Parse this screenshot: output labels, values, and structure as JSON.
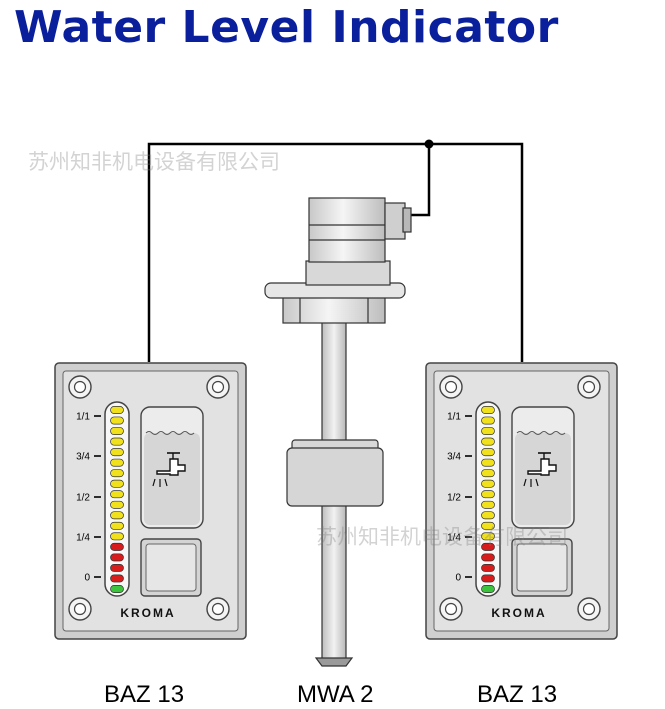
{
  "title": "Water Level Indicator",
  "watermark": "苏州知非机电设备有限公司",
  "captions": {
    "left": "BAZ 13",
    "middle": "MWA 2",
    "right": "BAZ 13"
  },
  "panel": {
    "brand": "KROMA",
    "level_labels": [
      "1/1",
      "3/4",
      "1/2",
      "1/4",
      "0"
    ],
    "led_count": 18,
    "led_colors": {
      "green": "#3cc43c",
      "red": "#d81c1c",
      "yellow": "#f0e11c"
    },
    "led_color_sequence_bottom_to_top": [
      "green",
      "red",
      "red",
      "red",
      "red",
      "yellow",
      "yellow",
      "yellow",
      "yellow",
      "yellow",
      "yellow",
      "yellow",
      "yellow",
      "yellow",
      "yellow",
      "yellow",
      "yellow",
      "yellow"
    ]
  },
  "colors": {
    "title": "#0a1f9c",
    "panel_face": "#e2e2e2",
    "wire": "#000000"
  }
}
